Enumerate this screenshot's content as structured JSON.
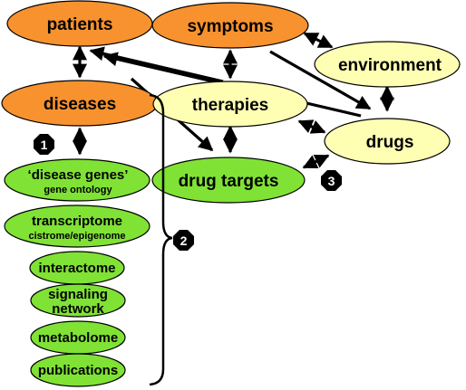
{
  "colors": {
    "orange": "#f7922e",
    "pale_yellow": "#ffffb4",
    "green": "#80e235",
    "stroke": "#000000",
    "badge": "#000000"
  },
  "nodes": {
    "patients": "patients",
    "symptoms": "symptoms",
    "environment": "environment",
    "diseases": "diseases",
    "therapies": "therapies",
    "drugs": "drugs",
    "drug_targets": "drug targets",
    "disease_genes": "‘disease genes’",
    "gene_ontology": "gene ontology",
    "transcriptome": "transcriptome",
    "cistrome_epigenome": "cistrome/epigenome",
    "interactome": "interactome",
    "signaling": "signaling",
    "network": "network",
    "metabolome": "metabolome",
    "publications": "publications"
  },
  "badges": [
    "1",
    "2",
    "3"
  ]
}
